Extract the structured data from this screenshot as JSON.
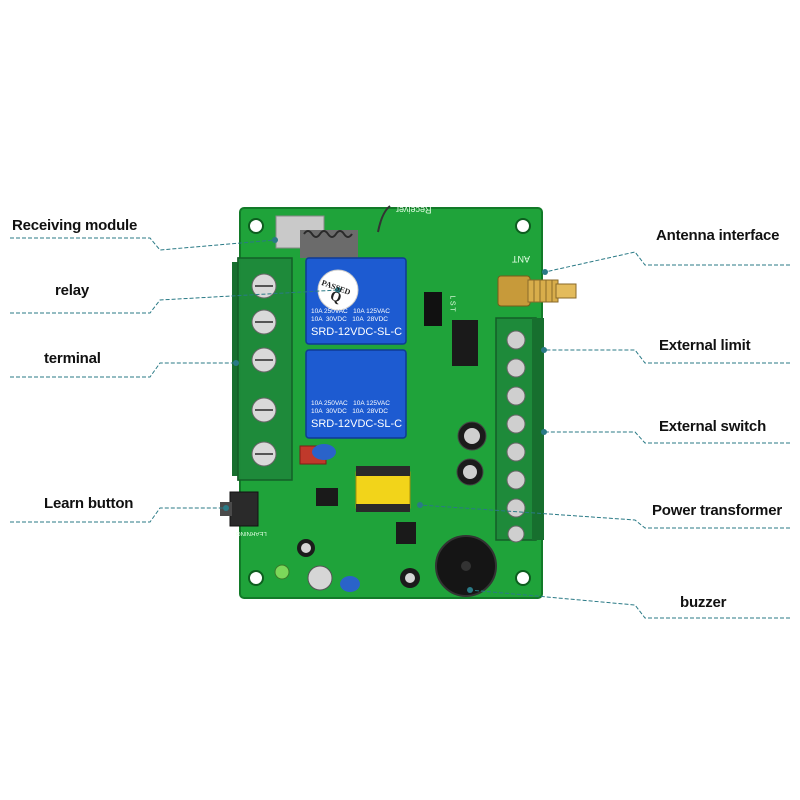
{
  "callouts": {
    "receiving_module": "Receiving module",
    "relay": "relay",
    "terminal": "terminal",
    "learn_button": "Learn button",
    "antenna_interface": "Antenna interface",
    "external_limit": "External limit",
    "external_switch": "External switch",
    "power_transformer": "Power transformer",
    "buzzer": "buzzer"
  },
  "board": {
    "silk_receiver": "Receiver",
    "silk_ant": "ANT",
    "silk_learning": "LEARNING",
    "silk_lst": "L  S  T",
    "passed_sticker": "PASSED",
    "passed_q": "Q",
    "relay_top": {
      "rating_line1": "10A 250VAC   10A 125VAC",
      "rating_line2": "10A  30VDC   10A  28VDC",
      "model": "SRD-12VDC-SL-C"
    },
    "relay_bottom": {
      "rating_line1": "10A 250VAC   10A 125VAC",
      "rating_line2": "10A  30VDC   10A  28VDC",
      "model": "SRD-12VDC-SL-C"
    }
  },
  "colors": {
    "pcb": "#1fa33a",
    "terminal_green": "#1e8a3a",
    "relay_blue": "#1d5bd1",
    "leader_line": "#2a7a86",
    "transformer_yellow": "#f2d41a"
  }
}
